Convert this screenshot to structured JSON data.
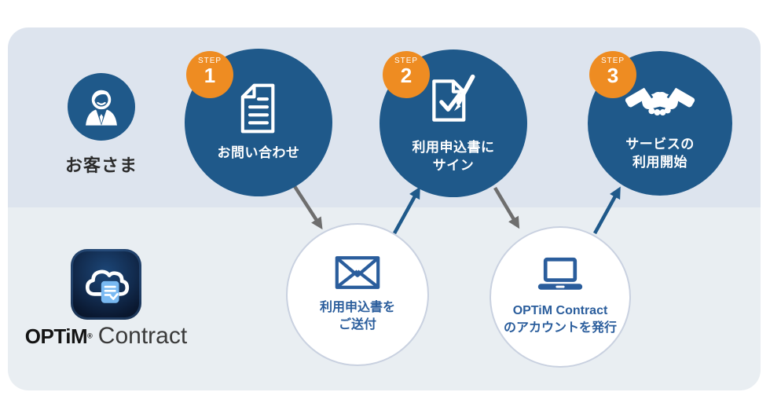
{
  "colors": {
    "step_circle_blue": "#1f598a",
    "badge_orange": "#ee8c22",
    "arrow_gray": "#6e6e6e",
    "arrow_blue": "#1f598a",
    "lane_top_background": "#dde4ee",
    "lane_bottom_background": "#e9eef2",
    "white_circle_border": "#c9d1e0",
    "provider_text_blue": "#2a5d9c"
  },
  "lanes": {
    "customer": {
      "label": "お客さま"
    },
    "provider": {
      "brand": "OPTiM",
      "reg_mark": "®",
      "product": "Contract"
    }
  },
  "steps": [
    {
      "badge_prefix": "STEP",
      "badge_number": "1",
      "label_line1": "お問い合わせ",
      "label_line2": "",
      "icon": "document-icon"
    },
    {
      "badge_prefix": "STEP",
      "badge_number": "2",
      "label_line1": "利用申込書に",
      "label_line2": "サイン",
      "icon": "signed-document-icon"
    },
    {
      "badge_prefix": "STEP",
      "badge_number": "3",
      "label_line1": "サービスの",
      "label_line2": "利用開始",
      "icon": "handshake-icon"
    }
  ],
  "provider_steps": [
    {
      "label_line1": "利用申込書を",
      "label_line2": "ご送付",
      "icon": "envelope-icon"
    },
    {
      "label_line1": "OPTiM Contract",
      "label_line2": "のアカウントを発行",
      "icon": "laptop-icon"
    }
  ]
}
